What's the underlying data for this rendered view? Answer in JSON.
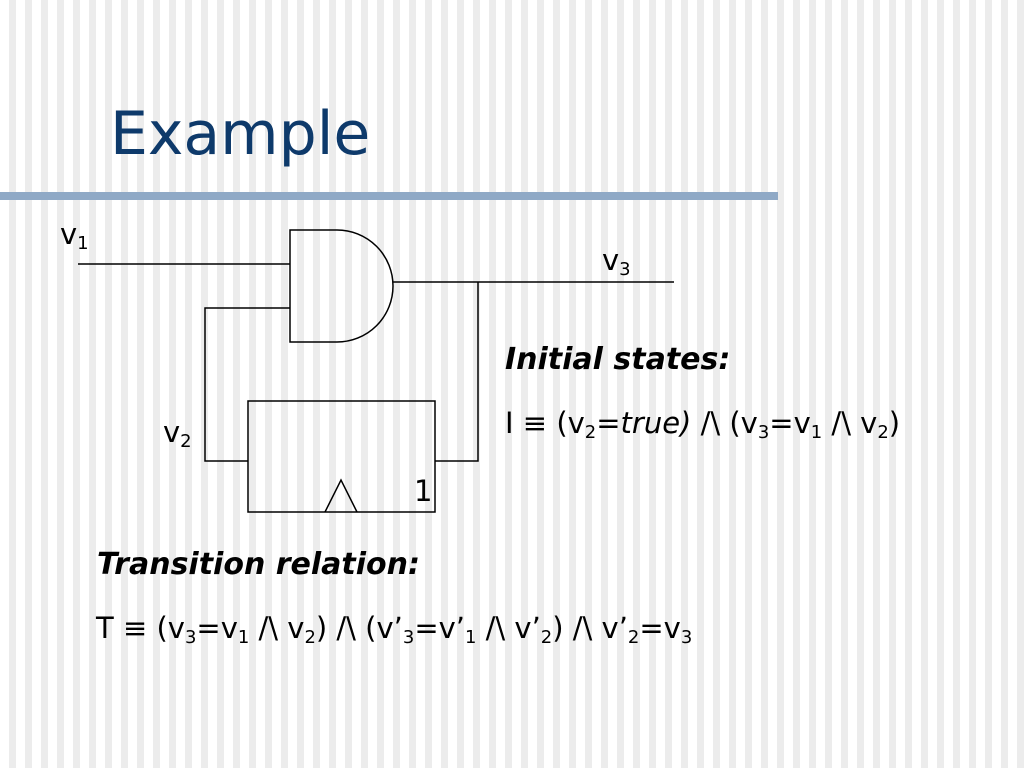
{
  "title": "Example",
  "labels": {
    "v1": {
      "base": "v",
      "sub": "1"
    },
    "v2": {
      "base": "v",
      "sub": "2"
    },
    "v3": {
      "base": "v",
      "sub": "3"
    },
    "latch_value": "1"
  },
  "initial_states": {
    "heading": "Initial states:",
    "lhs": "I",
    "equiv": "≡",
    "p1_open": "(v",
    "p1_sub": "2",
    "p1_eq": "=",
    "p1_true": "true)",
    "and1": " /\\ (v",
    "p2_sub": "3",
    "p2_eq": "=v",
    "p2_sub2": "1",
    "p2_and": " /\\ v",
    "p2_sub3": "2",
    "p2_close": ")"
  },
  "transition": {
    "heading": "Transition relation:",
    "lhs": "T",
    "equiv": "≡",
    "a": "(v",
    "a_sub": "3",
    "b": "=v",
    "b_sub": "1",
    "c": " /\\ v",
    "c_sub": "2",
    "d": ") /\\ (v’",
    "d_sub": "3",
    "e": "=v’",
    "e_sub": "1",
    "f": " /\\ v’",
    "f_sub": "2",
    "g": ") /\\ v’",
    "g_sub": "2",
    "h": "=v",
    "h_sub": "3"
  },
  "colors": {
    "title": "#0e3a6b",
    "rule": "#8fa9c6",
    "wire": "#000000"
  }
}
